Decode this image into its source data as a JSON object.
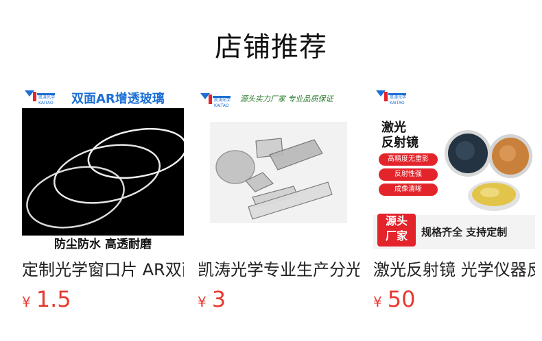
{
  "section_title": "店铺推荐",
  "products": [
    {
      "banner_text": "双面AR增透玻璃",
      "caption": "防尘防水  高透耐磨",
      "name": "定制光学窗口片 AR双面增透玻璃",
      "currency": "¥",
      "price": "1.5"
    },
    {
      "slogan": "源头实力厂家  专业品质保证",
      "name": "凯涛光学专业生产分光片",
      "currency": "¥",
      "price": "3"
    },
    {
      "heading_line1": "激光",
      "heading_line2": "反射镜",
      "features": [
        "高精度无重影",
        "反射性强",
        "成像清晰"
      ],
      "badge_line1": "源头",
      "badge_line2": "厂家",
      "tagline": "规格齐全  支持定制",
      "name": "激光反射镜 光学仪器反射镜",
      "currency": "¥",
      "price": "50"
    }
  ],
  "brand": {
    "name": "凯涛光学",
    "latin": "KAITAO",
    "color": "#1d6fd6",
    "accent": "#e3242b"
  }
}
